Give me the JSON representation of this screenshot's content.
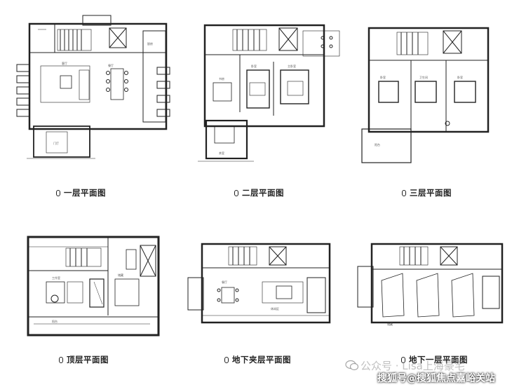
{
  "plans": [
    {
      "id": "floor1",
      "caption": "一层平面图"
    },
    {
      "id": "floor2",
      "caption": "二层平面图"
    },
    {
      "id": "floor3",
      "caption": "三层平面图"
    },
    {
      "id": "top",
      "caption": "顶层平面图"
    },
    {
      "id": "b_mezz",
      "caption": "地下夹层平面图"
    },
    {
      "id": "b1",
      "caption": "地下一层平面图"
    }
  ],
  "room_labels": {
    "living": "客厅",
    "dining": "餐厅",
    "garage": "门厅",
    "study": "书房",
    "bedroom": "卧室",
    "master": "主卧室",
    "workshop": "工作室",
    "balcony": "阳台",
    "storage": "储藏",
    "bath": "卫生间",
    "kitchen": "厨房",
    "lounge": "休闲区",
    "tea": "茶室"
  },
  "watermark": {
    "account": "公众号 · Lisa上海豪宅",
    "site": "搜狐号@搜狐焦点嘉峪关站"
  },
  "icons": {
    "bullet": "ring-bullet-icon",
    "wechat": "wechat-icon"
  }
}
